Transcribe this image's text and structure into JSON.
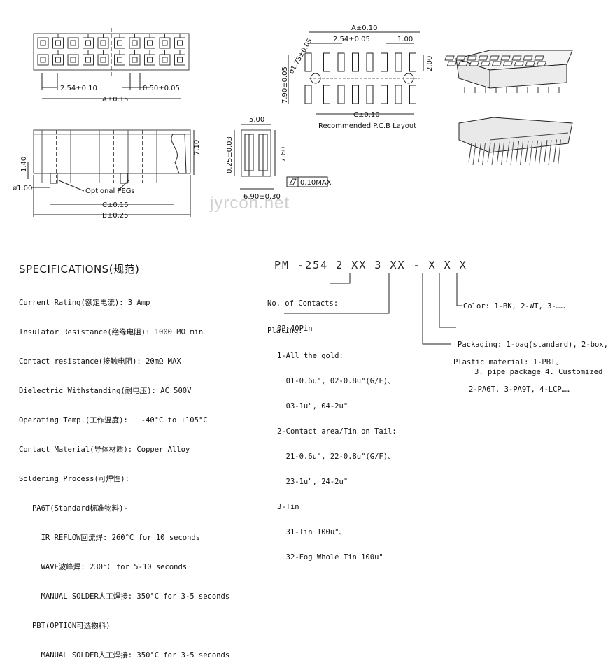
{
  "watermark": "jyrcon.net",
  "top_view": {
    "dim_pitch": "2.54±0.10",
    "dim_pin": "0.50±0.05",
    "dim_a": "A±0.15"
  },
  "side_view": {
    "dim_peg_h": "1.40",
    "dim_peg_d": "ø1.00",
    "optional_pegs": "Optional PEGs",
    "dim_c": "C±0.15",
    "dim_b": "B±0.25",
    "dim_h": "7.10"
  },
  "end_view": {
    "dim_w": "5.00",
    "dim_gap": "0.25±0.03",
    "dim_h": "7.60",
    "dim_base": "6.90±0.30",
    "flatness": "0.10MAX"
  },
  "pcb_layout": {
    "dim_a": "A±0.10",
    "dim_pitch": "2.54±0.05",
    "dim_pad": "1.00",
    "dim_hole": "ø1.75±0.05",
    "dim_row": "7.90±0.05",
    "dim_c": "C±0.10",
    "dim_pad_h": "2.00",
    "caption": "Recommended P.C.B Layout"
  },
  "specs": {
    "title": "SPECIFICATIONS(规范)",
    "lines": [
      "Current Rating(额定电流): 3 Amp",
      "Insulator Resistance(绝缘电阻): 1000 MΩ min",
      "Contact resistance(接触电阻): 20mΩ MAX",
      "Dielectric Withstanding(耐电压): AC 500V",
      "Operating Temp.(工作温度):   -40°C to +105°C",
      "Contact Material(导体材质): Copper Alloy",
      "Soldering Process(可焊性):",
      "   PA6T(Standard标准物料)-",
      "     IR REFLOW回流焊: 260°C for 10 seconds",
      "     WAVE波峰焊: 230°C for 5-10 seconds",
      "     MANUAL SOLDER人工焊接: 350°C for 3-5 seconds",
      "   PBT(OPTION可选物料)",
      "     MANUAL SOLDER人工焊接: 350°C for 3-5 seconds"
    ]
  },
  "part_number": {
    "code": "PM -254 2 XX 3 XX - X X X",
    "contacts": [
      "No. of Contacts:",
      "02-40Pin"
    ],
    "plating": [
      "Plating:",
      "1-All the gold:",
      "  01-0.6u\", 02-0.8u\"(G/F)、",
      "  03-1u\", 04-2u\"",
      "2-Contact area/Tin on Tail:",
      "  21-0.6u\", 22-0.8u\"(G/F)、",
      "  23-1u\", 24-2u\"",
      "3-Tin",
      "  31-Tin 100u\"、",
      "  32-Fog Whole Tin 100u\""
    ],
    "color": "Color: 1-BK, 2-WT, 3-……",
    "packaging": [
      "Packaging: 1-bag(standard), 2-box,",
      "3. pipe package 4. Customized"
    ],
    "plastic": [
      "Plastic material: 1-PBT、",
      "2-PA6T, 3-PA9T, 4-LCP……"
    ]
  }
}
